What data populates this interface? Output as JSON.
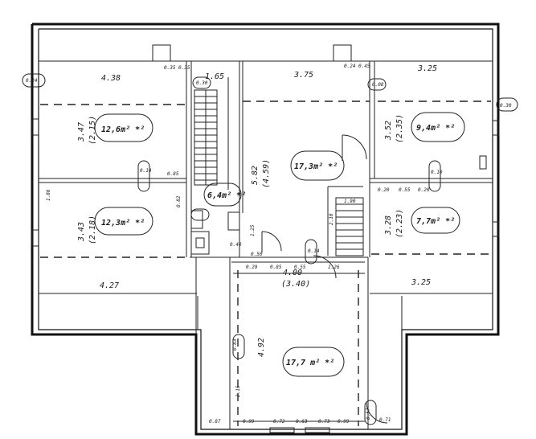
{
  "rooms": [
    {
      "id": "nw",
      "area": "12,6m² *²",
      "w": "4.38",
      "h": "3.47",
      "h2": "(2.15)"
    },
    {
      "id": "sw",
      "area": "12,3m² *²",
      "w": "4.27",
      "h": "3.43",
      "h2": "(2.18)"
    },
    {
      "id": "stair",
      "area": "6,4m² *²",
      "w": "1.65"
    },
    {
      "id": "center",
      "area": "17,3m² *²",
      "w": "3.75",
      "h": "5.82",
      "h2": "(4.59)"
    },
    {
      "id": "ne",
      "area": "9,4m² *²",
      "w": "3.25",
      "h": "3.52",
      "h2": "(2.35)"
    },
    {
      "id": "se",
      "area": "7,7m² *²",
      "w": "3.25",
      "h": "3.28",
      "h2": "(2.23)"
    },
    {
      "id": "south",
      "area": "17,7 m² *²",
      "w": "4.00",
      "w2": "(3.40)",
      "h": "4.92"
    }
  ],
  "small_dims": {
    "d1": "0.24",
    "d2": "0.35",
    "d3": "0.35",
    "d4": "0.30",
    "d5": "0.24",
    "d6": "0.45",
    "d7": "0.08",
    "d8": "0.30",
    "d9": "0.14",
    "d10": "0.82",
    "d11": "1.86",
    "d12": "0.85",
    "d13": "0.20",
    "d14": "0.10",
    "d15": "0.55",
    "d16": "0.20",
    "d17": "0.29",
    "d18": "0.85",
    "d19": "1.26",
    "d20": "0.14",
    "d21": "0.55",
    "d22": "1.25",
    "d23": "0.50",
    "d24": "0.40",
    "d25": "0.83",
    "d26": "0.87",
    "d27": "0.99",
    "d28": "0.72",
    "d29": "0.63",
    "d30": "0.73",
    "d31": "0.99",
    "d32": "0.71",
    "d33": "2.15",
    "d34": "0.57",
    "d35": "1.90",
    "d36": "2.10"
  }
}
